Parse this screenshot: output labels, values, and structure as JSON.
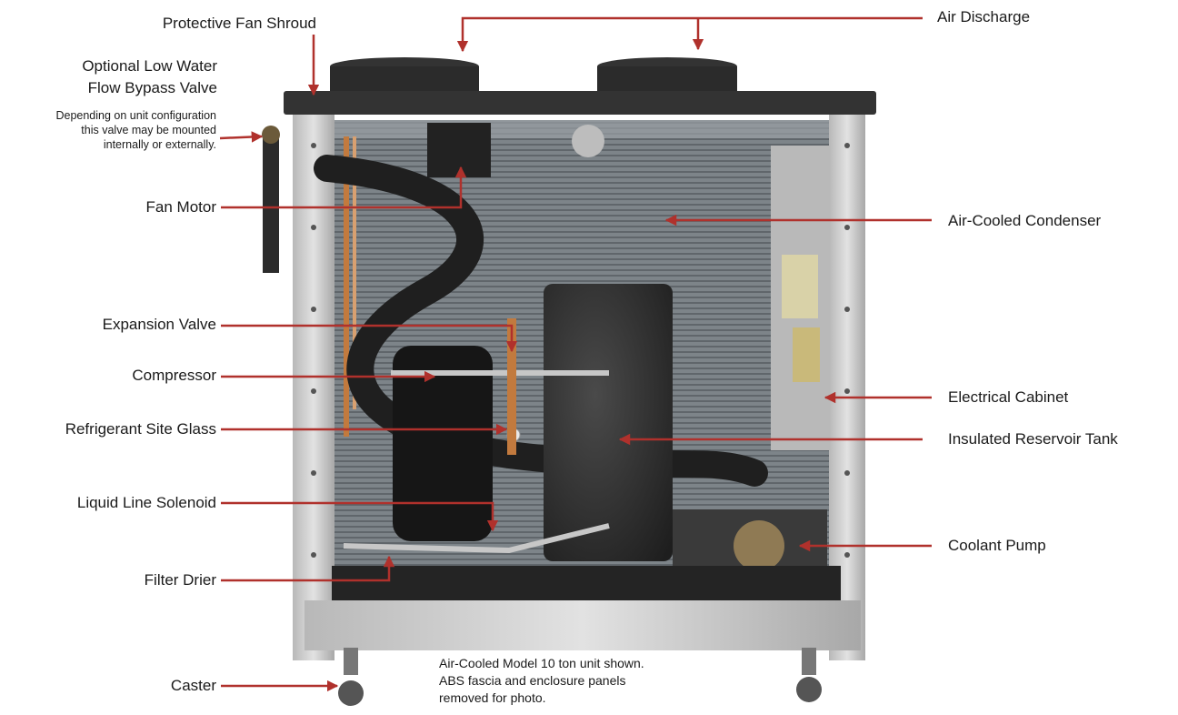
{
  "labels": {
    "protective_fan_shroud": "Protective Fan Shroud",
    "air_discharge": "Air Discharge",
    "bypass_valve_line1": "Optional Low Water",
    "bypass_valve_line2": "Flow Bypass Valve",
    "bypass_note_line1": "Depending on unit configuration",
    "bypass_note_line2": "this valve may be mounted",
    "bypass_note_line3": "internally or externally.",
    "fan_motor": "Fan Motor",
    "air_cooled_condenser": "Air-Cooled Condenser",
    "expansion_valve": "Expansion Valve",
    "compressor": "Compressor",
    "electrical_cabinet": "Electrical Cabinet",
    "refrigerant_site_glass": "Refrigerant Site Glass",
    "insulated_reservoir_tank": "Insulated Reservoir Tank",
    "liquid_line_solenoid": "Liquid Line Solenoid",
    "coolant_pump": "Coolant Pump",
    "filter_drier": "Filter Drier",
    "caster": "Caster"
  },
  "caption": {
    "line1": "Air-Cooled Model  10 ton unit shown.",
    "line2": "ABS fascia and enclosure panels",
    "line3": "removed for photo."
  },
  "colors": {
    "arrow": "#b0312c",
    "frame": "#c9c9c9",
    "dark": "#2a2a2a",
    "coil": "#8a8f93",
    "copper": "#c27a3e"
  }
}
